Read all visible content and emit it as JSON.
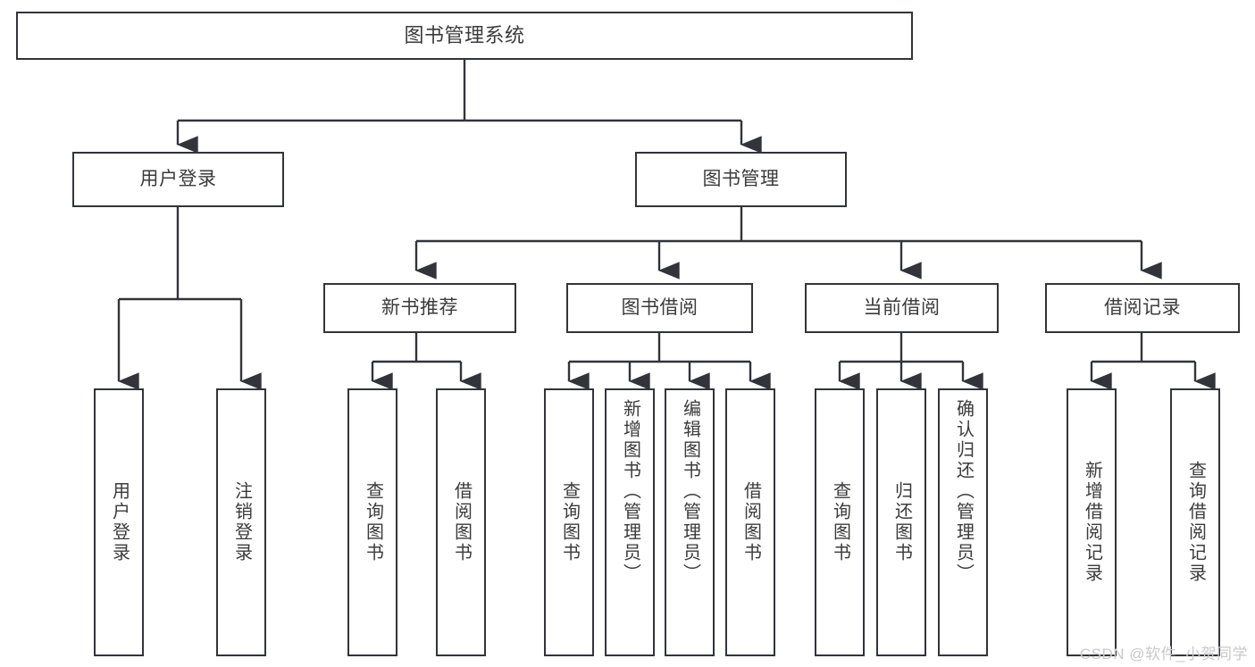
{
  "diagram": {
    "title": "图书管理系统",
    "type": "tree",
    "stroke_color": "#32343a",
    "text_color": "#3b3b3b",
    "background": "#ffffff"
  },
  "root": {
    "label": "图书管理系统"
  },
  "level2": [
    {
      "label": "用户登录"
    },
    {
      "label": "图书管理"
    }
  ],
  "level3": [
    {
      "label": "新书推荐"
    },
    {
      "label": "图书借阅"
    },
    {
      "label": "当前借阅"
    },
    {
      "label": "借阅记录"
    }
  ],
  "leaves": {
    "user_login": [
      {
        "label": "用户登录"
      },
      {
        "label": "注销登录"
      }
    ],
    "new_book_recommend": [
      {
        "label": "查询图书"
      },
      {
        "label": "借阅图书"
      }
    ],
    "book_borrow": [
      {
        "label": "查询图书"
      },
      {
        "label": "新增图书（管理员）"
      },
      {
        "label": "编辑图书（管理员）"
      },
      {
        "label": "借阅图书"
      }
    ],
    "current_borrow": [
      {
        "label": "查询图书"
      },
      {
        "label": "归还图书"
      },
      {
        "label": "确认归还（管理员）"
      }
    ],
    "borrow_records": [
      {
        "label": "新增借阅记录"
      },
      {
        "label": "查询借阅记录"
      }
    ]
  },
  "watermark": {
    "text": "CSDN @软件_小贺同学"
  }
}
